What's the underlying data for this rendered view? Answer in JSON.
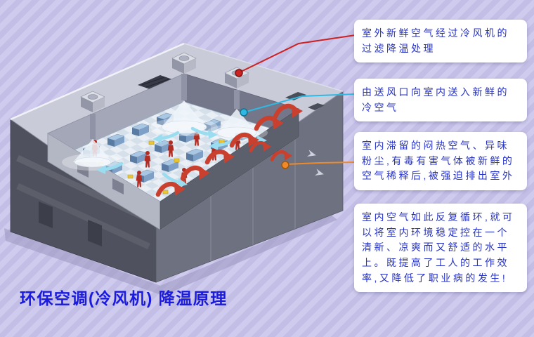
{
  "title": {
    "text": "环保空调(冷风机) 降温原理"
  },
  "callouts": [
    {
      "id": "fresh-air-filtering",
      "text": "室外新鲜空气经过冷风机的过滤降温处理",
      "accent": "#cc2222"
    },
    {
      "id": "supply-air",
      "text": "由送风口向室内送入新鲜的冷空气",
      "accent": "#2fb9e2"
    },
    {
      "id": "exhaust-air",
      "text": "室内滞留的闷热空气、异味粉尘,有毒有害气体被新鲜的空气稀释后,被强迫排出室外",
      "accent": "#f08a28"
    },
    {
      "id": "circulation",
      "text": "室内空气如此反复循环,就可以将室内环境稳定控在一个清新、凉爽而又舒适的水平上。既提高了工人的工作效率,又降低了职业病的发生!",
      "accent": null
    }
  ],
  "colors": {
    "background_stripe_dark": "#c3bee5",
    "background_stripe_light": "#cfcbee",
    "callout_text": "#2733c5",
    "title_text": "#1b1bdf",
    "leader_fresh_air": "#cc2222",
    "leader_supply_air": "#2fb9e2",
    "leader_exhaust": "#f08a28",
    "exhaust_arrow": "#c9402f",
    "cool_air_arrow": "#9adcf0"
  }
}
